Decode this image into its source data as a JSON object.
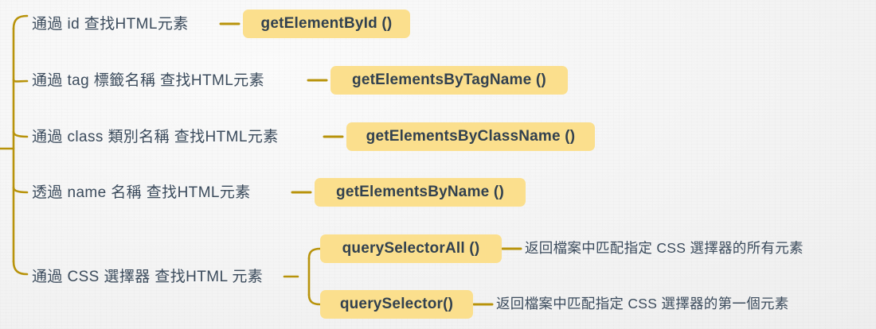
{
  "diagram": {
    "type": "mindmap-bracket",
    "title": "",
    "colors": {
      "background": "#f5f5f5",
      "box_fill": "#fbdf8d",
      "box_text": "#32414f",
      "label_text": "#3b4b5c",
      "connector": "#b8930b"
    },
    "branches": [
      {
        "label": "通過 id 查找HTML元素",
        "method": "getElementById ()",
        "description": ""
      },
      {
        "label": "通過 tag 標籤名稱 查找HTML元素",
        "method": "getElementsByTagName ()",
        "description": ""
      },
      {
        "label": "通過 class 類別名稱 查找HTML元素",
        "method": "getElementsByClassName ()",
        "description": ""
      },
      {
        "label": "透過 name 名稱 查找HTML元素",
        "method": "getElementsByName ()",
        "description": ""
      },
      {
        "label": "通過 CSS 選擇器 查找HTML 元素",
        "method": "",
        "description": "",
        "children": [
          {
            "method": "querySelectorAll ()",
            "description": "返回檔案中匹配指定 CSS 選擇器的所有元素"
          },
          {
            "method": "querySelector()",
            "description": "返回檔案中匹配指定 CSS 選擇器的第一個元素"
          }
        ]
      }
    ]
  }
}
